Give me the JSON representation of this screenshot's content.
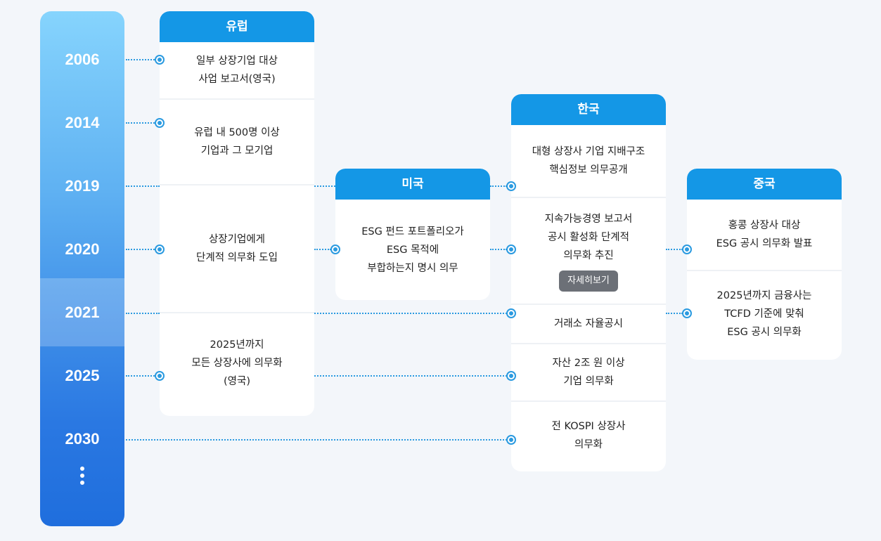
{
  "years": [
    "2006",
    "2014",
    "2019",
    "2020",
    "2021",
    "2025",
    "2030"
  ],
  "europe": {
    "header": "유럽",
    "items": [
      [
        "일부 상장기업 대상",
        "사업 보고서(영국)"
      ],
      [
        "유럽 내 500명 이상",
        "기업과 그 모기업"
      ],
      [
        "상장기업에게",
        "단계적 의무화 도입"
      ],
      [
        "2025년까지",
        "모든 상장사에 의무화",
        "(영국)"
      ]
    ]
  },
  "usa": {
    "header": "미국",
    "items": [
      [
        "ESG 펀드 포트폴리오가",
        "ESG 목적에",
        "부합하는지 명시 의무"
      ]
    ]
  },
  "korea": {
    "header": "한국",
    "items": [
      [
        "대형 상장사 기업 지배구조",
        "핵심정보 의무공개"
      ],
      [
        "지속가능경영 보고서",
        "공시 활성화 단계적",
        "의무화 추진"
      ],
      [
        "거래소 자율공시"
      ],
      [
        "자산 2조 원 이상",
        "기업 의무화"
      ],
      [
        "전 KOSPI 상장사",
        "의무화"
      ]
    ],
    "detail_button": "자세히보기"
  },
  "china": {
    "header": "중국",
    "items": [
      [
        "홍콩 상장사 대상",
        "ESG 공시 의무화 발표"
      ],
      [
        "2025년까지 금융사는",
        "TCFD 기준에 맞춰",
        "ESG 공시 의무화"
      ]
    ]
  }
}
